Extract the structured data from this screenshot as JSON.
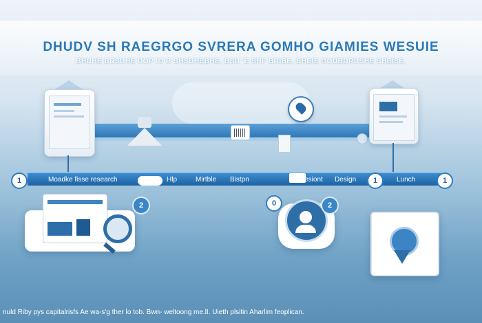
{
  "header": {
    "title": "DHUDV SH RAEGRGO SVRERA GOMHO GIAMIES WESUIE",
    "subtitle": "BHUHE BRSUHE UOP IO R SHSUHEBHE. BSU 'E SHF BRIBE. BHEIE GOUBDRUSHE SHEISE."
  },
  "steps": {
    "left_label": "Moadke fisse research",
    "hlp_label": "Hlp",
    "mitble_label": "Mirtble",
    "bistpn_label": "Bistpn",
    "vesiont_label": "Vesiont",
    "design_label": "Design",
    "lunch_label": "Lunch",
    "num_1a": "1",
    "num_1b": "1",
    "num_1c": "1",
    "num_2a": "2",
    "num_2b": "2",
    "num_0": "0"
  },
  "footer": {
    "text": "nuld Riby pys capitalrisfs Ae wa-s'g ther lo tob. Bwn- weltoong me.lI. Uieth plsitin Aharlim feoplican."
  },
  "colors": {
    "accent": "#2a79b8",
    "ribbon": "#2f78b8",
    "background_bottom": "#5b8fb6"
  }
}
